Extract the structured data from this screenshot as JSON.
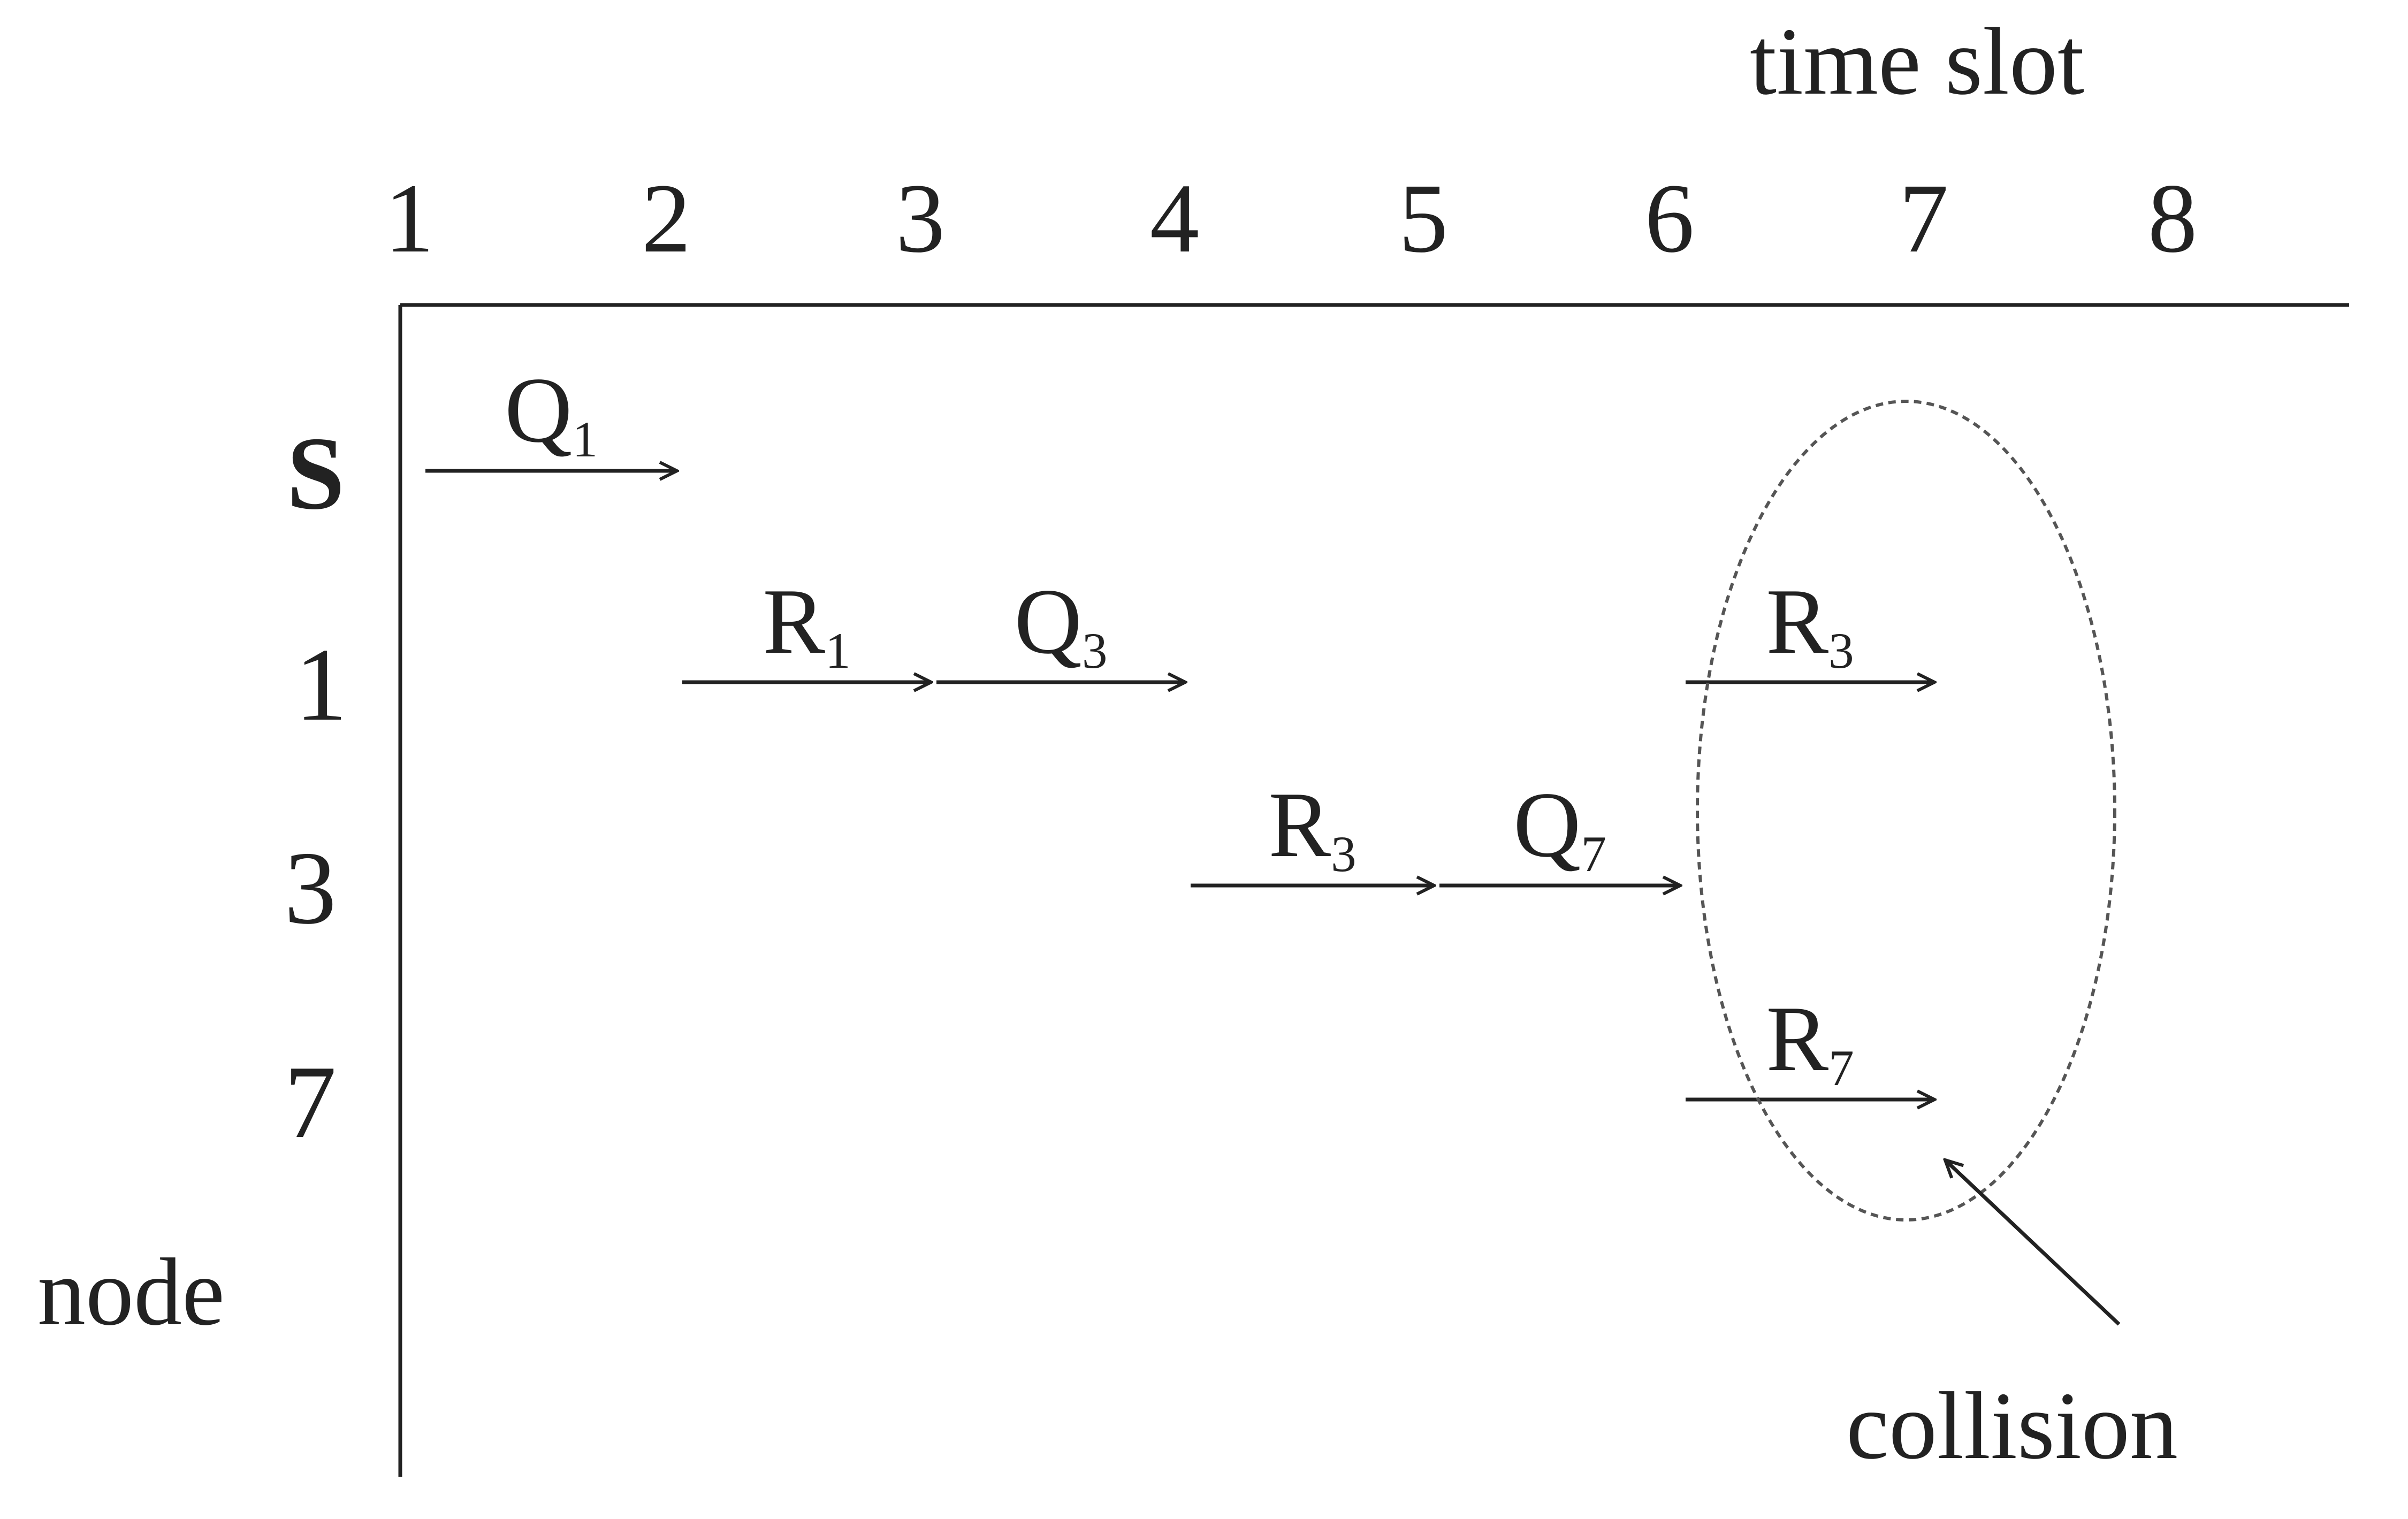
{
  "axis": {
    "x_title": "time slot",
    "y_title": "node",
    "time_slots": [
      "1",
      "2",
      "3",
      "4",
      "5",
      "6",
      "7",
      "8"
    ],
    "nodes": [
      "S",
      "1",
      "3",
      "7"
    ]
  },
  "messages": [
    {
      "letter": "Q",
      "sub": "1",
      "node": "S",
      "from_slot": 1,
      "to_slot": 2
    },
    {
      "letter": "R",
      "sub": "1",
      "node": "1",
      "from_slot": 2,
      "to_slot": 3
    },
    {
      "letter": "Q",
      "sub": "3",
      "node": "1",
      "from_slot": 3,
      "to_slot": 4
    },
    {
      "letter": "R",
      "sub": "3",
      "node": "3",
      "from_slot": 4,
      "to_slot": 5
    },
    {
      "letter": "Q",
      "sub": "7",
      "node": "3",
      "from_slot": 5,
      "to_slot": 6
    },
    {
      "letter": "R",
      "sub": "3",
      "node": "1",
      "from_slot": 6,
      "to_slot": 7
    },
    {
      "letter": "R",
      "sub": "7",
      "node": "7",
      "from_slot": 6,
      "to_slot": 7
    }
  ],
  "annotation": {
    "label": "collision"
  },
  "colors": {
    "ink": "#222222",
    "dash": "#555555"
  }
}
